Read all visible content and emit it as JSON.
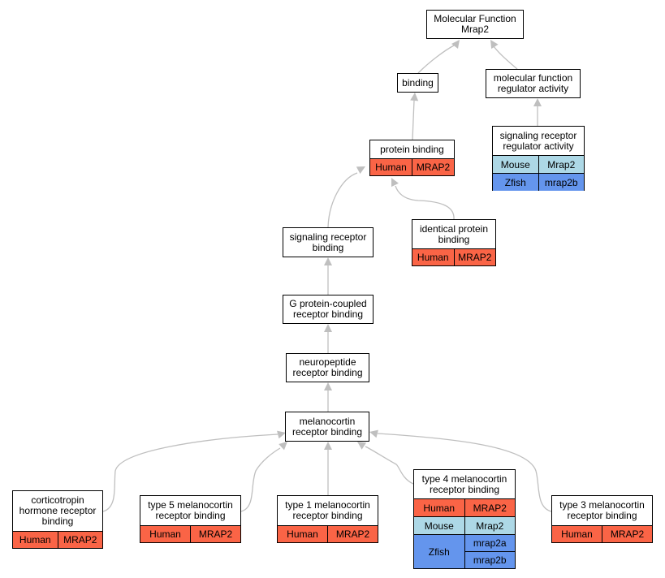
{
  "diagram": {
    "colors": {
      "edge": "#bfbfbf",
      "human": "#fa6446",
      "mouse": "#add8e6",
      "zfish": "#6495ed"
    },
    "nodes": {
      "root": {
        "line1": "Molecular Function",
        "line2": "Mrap2"
      },
      "binding": {
        "line1": "binding"
      },
      "mfra": {
        "line1": "molecular function",
        "line2": "regulator activity"
      },
      "srra": {
        "line1": "signaling receptor",
        "line2": "regulator activity",
        "rows": [
          {
            "species": "Mouse",
            "gene": "Mrap2"
          },
          {
            "species": "Zfish",
            "gene": "mrap2b"
          }
        ]
      },
      "pb": {
        "line1": "protein binding",
        "rows": [
          {
            "species": "Human",
            "gene": "MRAP2"
          }
        ]
      },
      "ipb": {
        "line1": "identical protein",
        "line2": "binding",
        "rows": [
          {
            "species": "Human",
            "gene": "MRAP2"
          }
        ]
      },
      "srb": {
        "line1": "signaling receptor",
        "line2": "binding"
      },
      "gpcr": {
        "line1": "G protein-coupled",
        "line2": "receptor binding"
      },
      "npr": {
        "line1": "neuropeptide",
        "line2": "receptor binding"
      },
      "mcr": {
        "line1": "melanocortin",
        "line2": "receptor binding"
      },
      "ctr": {
        "line1": "corticotropin",
        "line2": "hormone receptor",
        "line3": "binding",
        "rows": [
          {
            "species": "Human",
            "gene": "MRAP2"
          }
        ]
      },
      "t5": {
        "line1": "type 5 melanocortin",
        "line2": "receptor binding",
        "rows": [
          {
            "species": "Human",
            "gene": "MRAP2"
          }
        ]
      },
      "t1": {
        "line1": "type 1 melanocortin",
        "line2": "receptor binding",
        "rows": [
          {
            "species": "Human",
            "gene": "MRAP2"
          }
        ]
      },
      "t4": {
        "line1": "type 4 melanocortin",
        "line2": "receptor binding",
        "rows": [
          {
            "species": "Human",
            "gene": "MRAP2"
          },
          {
            "species": "Mouse",
            "gene": "Mrap2"
          }
        ],
        "zfish": {
          "species": "Zfish",
          "gene1": "mrap2a",
          "gene2": "mrap2b"
        }
      },
      "t3": {
        "line1": "type 3 melanocortin",
        "line2": "receptor binding",
        "rows": [
          {
            "species": "Human",
            "gene": "MRAP2"
          }
        ]
      }
    }
  }
}
